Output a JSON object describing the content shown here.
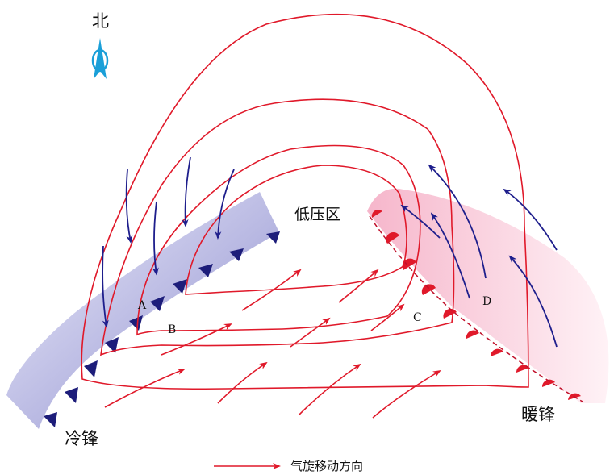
{
  "diagram": {
    "north_label": "北",
    "low_pressure_label": "低压区",
    "cold_front_label": "冷锋",
    "warm_front_label": "暖锋",
    "points": {
      "a": "A",
      "b": "B",
      "c": "C",
      "d": "D"
    },
    "legend": {
      "label": "气旋移动方向"
    }
  },
  "colors": {
    "cold_front": "#a6a6d6",
    "cold_front_teeth": "#1d1d7a",
    "warm_front": "#f8cbd8",
    "warm_front_semicircles": "#e0192a",
    "isobar": "#e0192a",
    "wind_arrow": "#1e1e8c",
    "movement_arrow": "#e0192a",
    "compass": "#1a9fd8"
  },
  "icons": {
    "compass": "north-arrow-icon"
  }
}
